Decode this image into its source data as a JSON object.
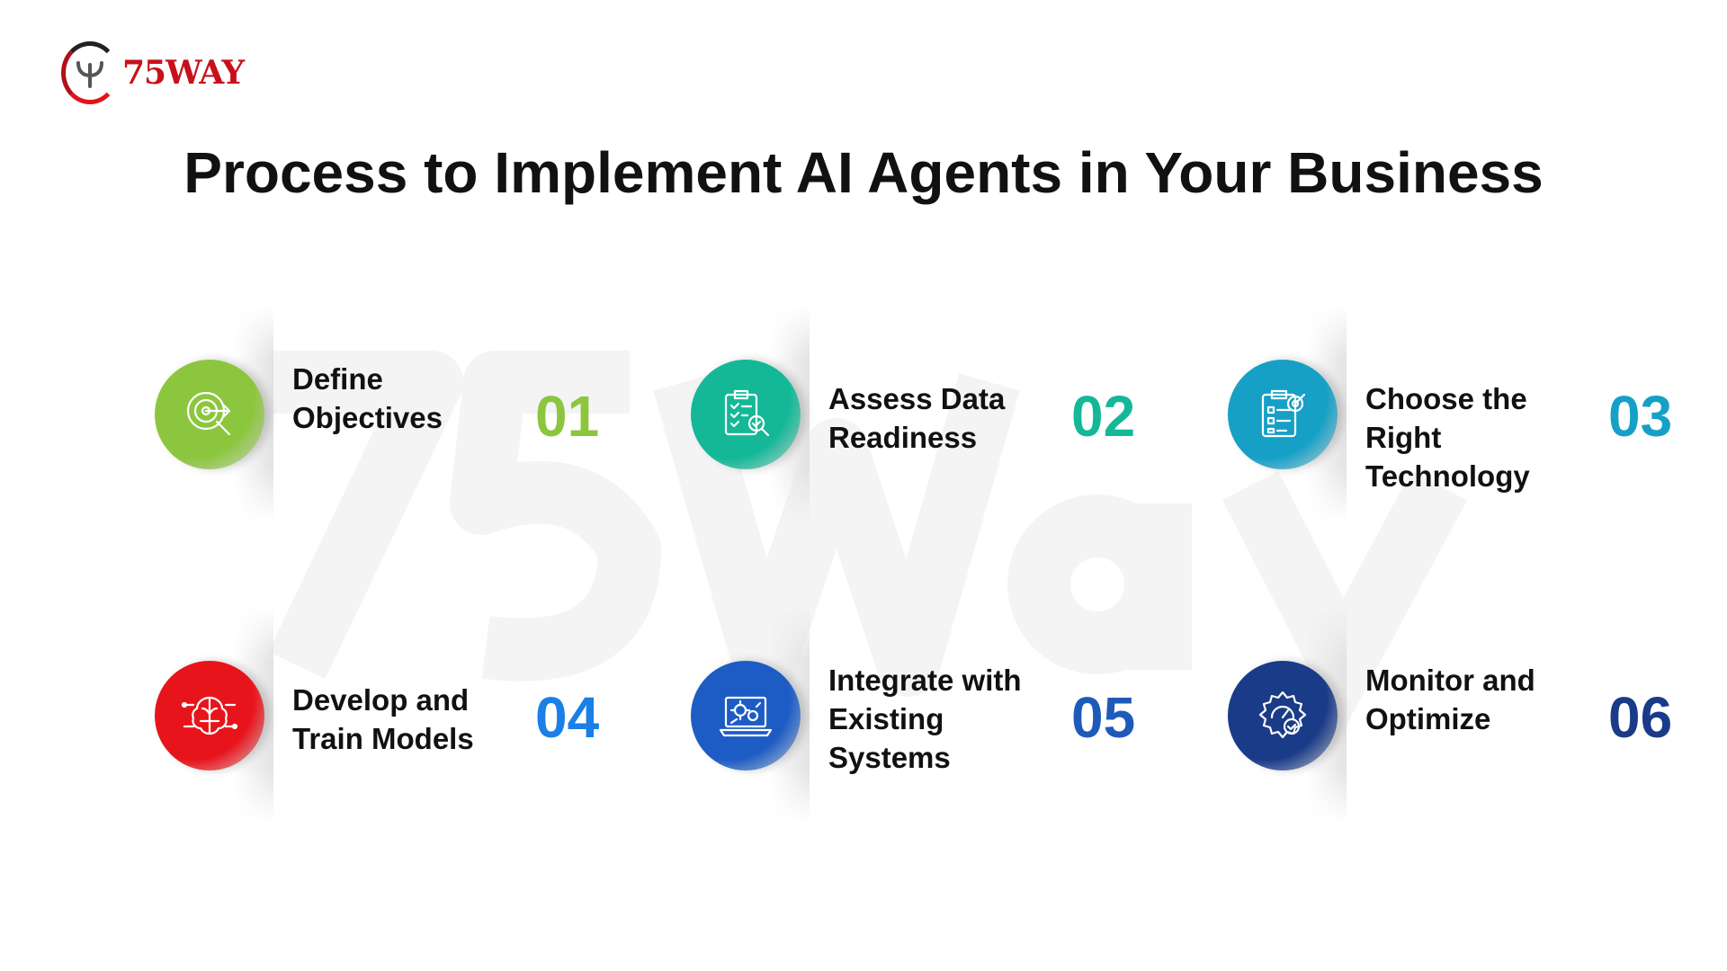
{
  "logo": {
    "text": "75WAY"
  },
  "watermark": "75Way",
  "title": "Process to Implement AI Agents in Your Business",
  "steps": [
    {
      "label": "Define Objectives",
      "number": "01",
      "color": "#8cc63f",
      "num_color": "#8cc63f",
      "icon": "target-search-icon"
    },
    {
      "label": "Assess Data Readiness",
      "number": "02",
      "color": "#14b897",
      "num_color": "#14b897",
      "icon": "checklist-magnifier-icon"
    },
    {
      "label": "Choose the Right Technology",
      "number": "03",
      "color": "#16a0c6",
      "num_color": "#16a0c6",
      "icon": "clipboard-target-icon"
    },
    {
      "label": "Develop and Train Models",
      "number": "04",
      "color": "#e8141b",
      "num_color": "#1a7fe6",
      "icon": "brain-circuit-icon"
    },
    {
      "label": "Integrate with Existing Systems",
      "number": "05",
      "color": "#1d5cc4",
      "num_color": "#1e5bb8",
      "icon": "laptop-gears-icon"
    },
    {
      "label": "Monitor and Optimize",
      "number": "06",
      "color": "#1a3b88",
      "num_color": "#1a3b88",
      "icon": "gear-gauge-check-icon"
    }
  ]
}
